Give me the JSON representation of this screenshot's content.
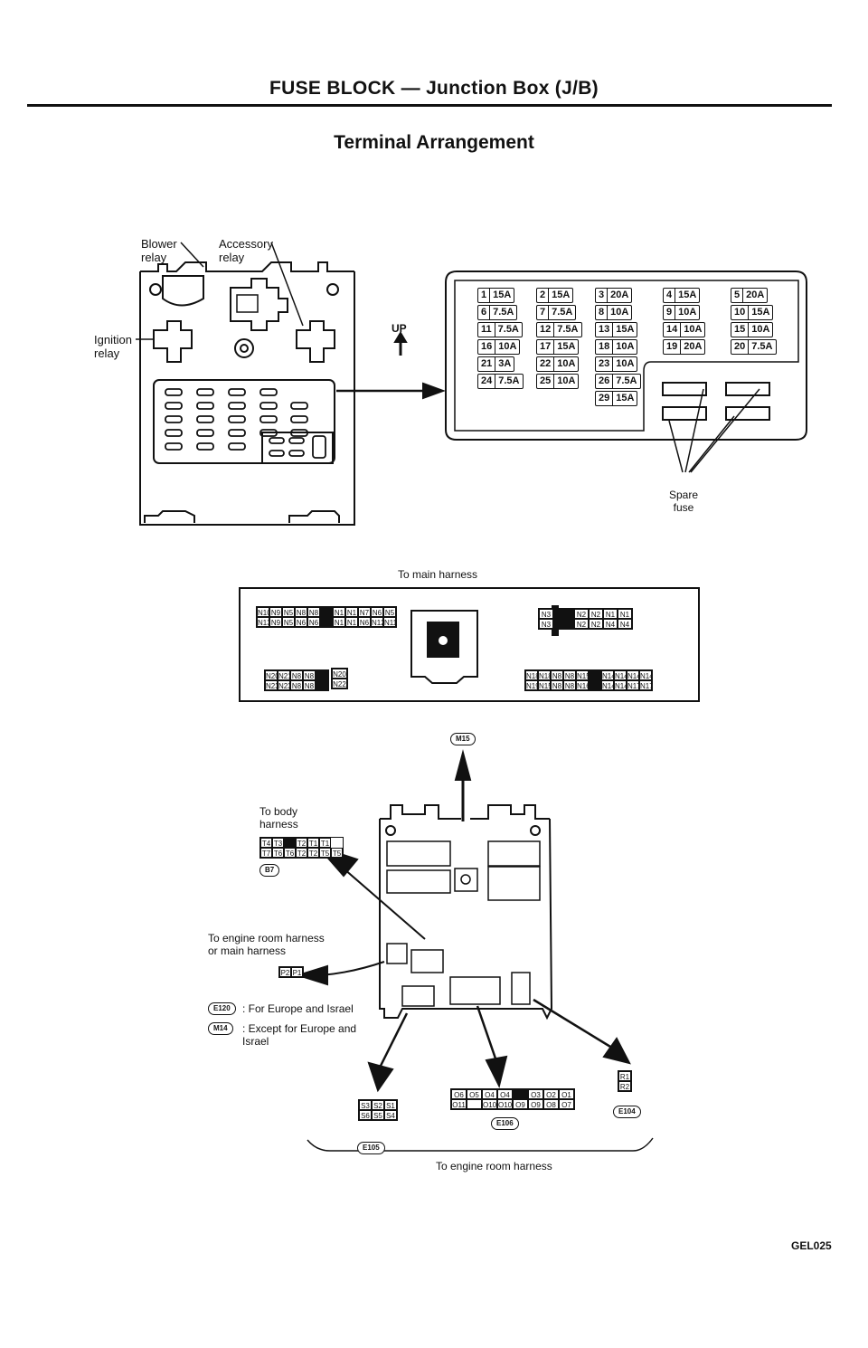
{
  "header": {
    "title": "FUSE BLOCK — Junction Box (J/B)",
    "subtitle": "Terminal Arrangement"
  },
  "relay_labels": {
    "blower": "Blower\nrelay",
    "accessory": "Accessory\nrelay",
    "ignition": "Ignition\nrelay"
  },
  "up_label": "UP",
  "spare_label": "Spare\nfuse",
  "fuses": [
    {
      "n": "1",
      "a": "15A"
    },
    {
      "n": "2",
      "a": "15A"
    },
    {
      "n": "3",
      "a": "20A"
    },
    {
      "n": "4",
      "a": "15A"
    },
    {
      "n": "5",
      "a": "20A"
    },
    {
      "n": "6",
      "a": "7.5A"
    },
    {
      "n": "7",
      "a": "7.5A"
    },
    {
      "n": "8",
      "a": "10A"
    },
    {
      "n": "9",
      "a": "10A"
    },
    {
      "n": "10",
      "a": "15A"
    },
    {
      "n": "11",
      "a": "7.5A"
    },
    {
      "n": "12",
      "a": "7.5A"
    },
    {
      "n": "13",
      "a": "15A"
    },
    {
      "n": "14",
      "a": "10A"
    },
    {
      "n": "15",
      "a": "10A"
    },
    {
      "n": "16",
      "a": "10A"
    },
    {
      "n": "17",
      "a": "15A"
    },
    {
      "n": "18",
      "a": "10A"
    },
    {
      "n": "19",
      "a": "20A"
    },
    {
      "n": "20",
      "a": "7.5A"
    },
    {
      "n": "21",
      "a": "3A"
    },
    {
      "n": "22",
      "a": "10A"
    },
    {
      "n": "23",
      "a": "10A"
    },
    {
      "n": "24",
      "a": "7.5A"
    },
    {
      "n": "25",
      "a": "10A"
    },
    {
      "n": "26",
      "a": "7.5A"
    },
    {
      "n": "29",
      "a": "15A"
    }
  ],
  "main_harness_label": "To main harness",
  "connectors": {
    "n_top_left_row1": [
      "N10",
      "N9",
      "N5",
      "N8",
      "N8",
      "■",
      "N1",
      "N1",
      "N7",
      "N6",
      "N5"
    ],
    "n_top_left_row2": [
      "N13",
      "N9",
      "N5",
      "N6",
      "N6",
      "■",
      "N1",
      "N1",
      "N6",
      "N12",
      "N11"
    ],
    "n_top_right_a": [
      "N3",
      "N3"
    ],
    "n_top_right_row1": [
      "■",
      "N2",
      "N2",
      "N1",
      "N1"
    ],
    "n_top_right_row2": [
      "■",
      "N2",
      "N2",
      "N4",
      "N4"
    ],
    "n_mid_left_row1": [
      "N20",
      "N21",
      "N8",
      "N8",
      "■"
    ],
    "n_mid_left_row2": [
      "N23",
      "N23",
      "N8",
      "N8",
      "■"
    ],
    "n_mid_left_side": [
      "N20",
      "N22"
    ],
    "n_mid_right_row1": [
      "N18",
      "N18",
      "N8",
      "N8",
      "N15",
      "■",
      "N14",
      "N14",
      "N14",
      "N14"
    ],
    "n_mid_right_row2": [
      "N19",
      "N15",
      "N8",
      "N8",
      "N16",
      "■",
      "N14",
      "N14",
      "N17",
      "N17"
    ],
    "t_row1": [
      "T4",
      "T3",
      "■",
      "T2",
      "T1",
      "T1"
    ],
    "t_row2": [
      "T7",
      "T6",
      "T6",
      "T2",
      "T2",
      "T5",
      "T5"
    ],
    "p_row": [
      "P2",
      "P1"
    ],
    "s_row1": [
      "S3",
      "S2",
      "S1"
    ],
    "s_row2": [
      "S6",
      "S5",
      "S4"
    ],
    "o_row1": [
      "O6",
      "O5",
      "O4",
      "O4",
      "■",
      "O3",
      "O2",
      "O1"
    ],
    "o_row2": [
      "O11",
      "",
      "O10",
      "O10",
      "O9",
      "O9",
      "O8",
      "O7"
    ],
    "r_col": [
      "R1",
      "R2"
    ]
  },
  "tags": {
    "m15": "M15",
    "b7": "B7",
    "e120": "E120",
    "m14": "M14",
    "e105": "E105",
    "e106": "E106",
    "e104": "E104"
  },
  "body_harness_label": "To body\nharness",
  "engine_or_main_label": "To engine room harness\nor main harness",
  "notes": [
    {
      "tag": "E120",
      "text": ": For Europe and Israel"
    },
    {
      "tag": "M14",
      "text": ": Except for Europe and\nIsrael"
    }
  ],
  "engine_room_label": "To engine room harness",
  "figure_code": "GEL025"
}
